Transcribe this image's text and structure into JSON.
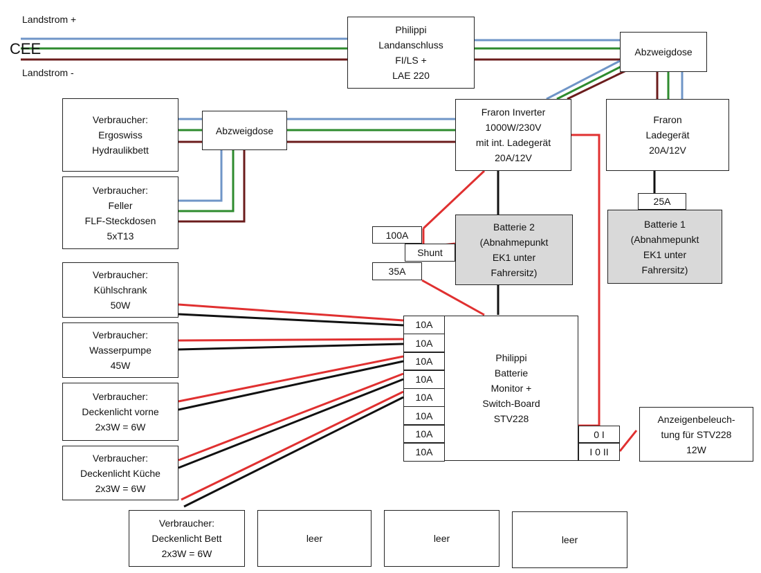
{
  "labels": {
    "landstrom_plus": "Landstrom +",
    "cee": "CEE",
    "landstrom_minus": "Landstrom -"
  },
  "boxes": {
    "landanschluss": "Philippi\nLandanschluss\nFI/LS +\nLAE 220",
    "abzweigdose_top": "Abzweigdose",
    "inverter": "Fraron Inverter\n1000W/230V\nmit int. Ladegerät\n20A/12V",
    "ladegeraet": "Fraron\nLadegerät\n20A/12V",
    "ergoswiss": "Verbraucher:\nErgoswiss\nHydraulikbett",
    "abzweigdose_left": "Abzweigdose",
    "feller": "Verbraucher:\nFeller\nFLF-Steckdosen\n5xT13",
    "batterie2": "Batterie 2\n(Abnahmepunkt\nEK1 unter\nFahrersitz)",
    "batterie1": "Batterie 1\n(Abnahmepunkt\nEK1 unter\nFahrersitz)",
    "kuehlschrank": "Verbraucher:\nKühlschrank\n50W",
    "wasserpumpe": "Verbraucher:\nWasserpumpe\n45W",
    "deckenlicht_vorne": "Verbraucher:\nDeckenlicht vorne\n2x3W = 6W",
    "deckenlicht_kueche": "Verbraucher:\nDeckenlicht Küche\n2x3W = 6W",
    "monitor": "Philippi\nBatterie\nMonitor +\nSwitch-Board\nSTV228",
    "anzeigenbeleuchtung": "Anzeigenbeleuch-\ntung für STV228\n12W",
    "deckenlicht_bett": "Verbraucher:\nDeckenlicht Bett\n2x3W = 6W",
    "leer1": "leer",
    "leer2": "leer",
    "leer3": "leer"
  },
  "fuses": {
    "f100a": "100A",
    "shunt": "Shunt",
    "f35a": "35A",
    "f25a": "25A"
  },
  "switchboard_fuses": [
    "10A",
    "10A",
    "10A",
    "10A",
    "10A",
    "10A",
    "10A",
    "10A"
  ],
  "switches": {
    "s1": "0 I",
    "s2": "I 0 II"
  }
}
